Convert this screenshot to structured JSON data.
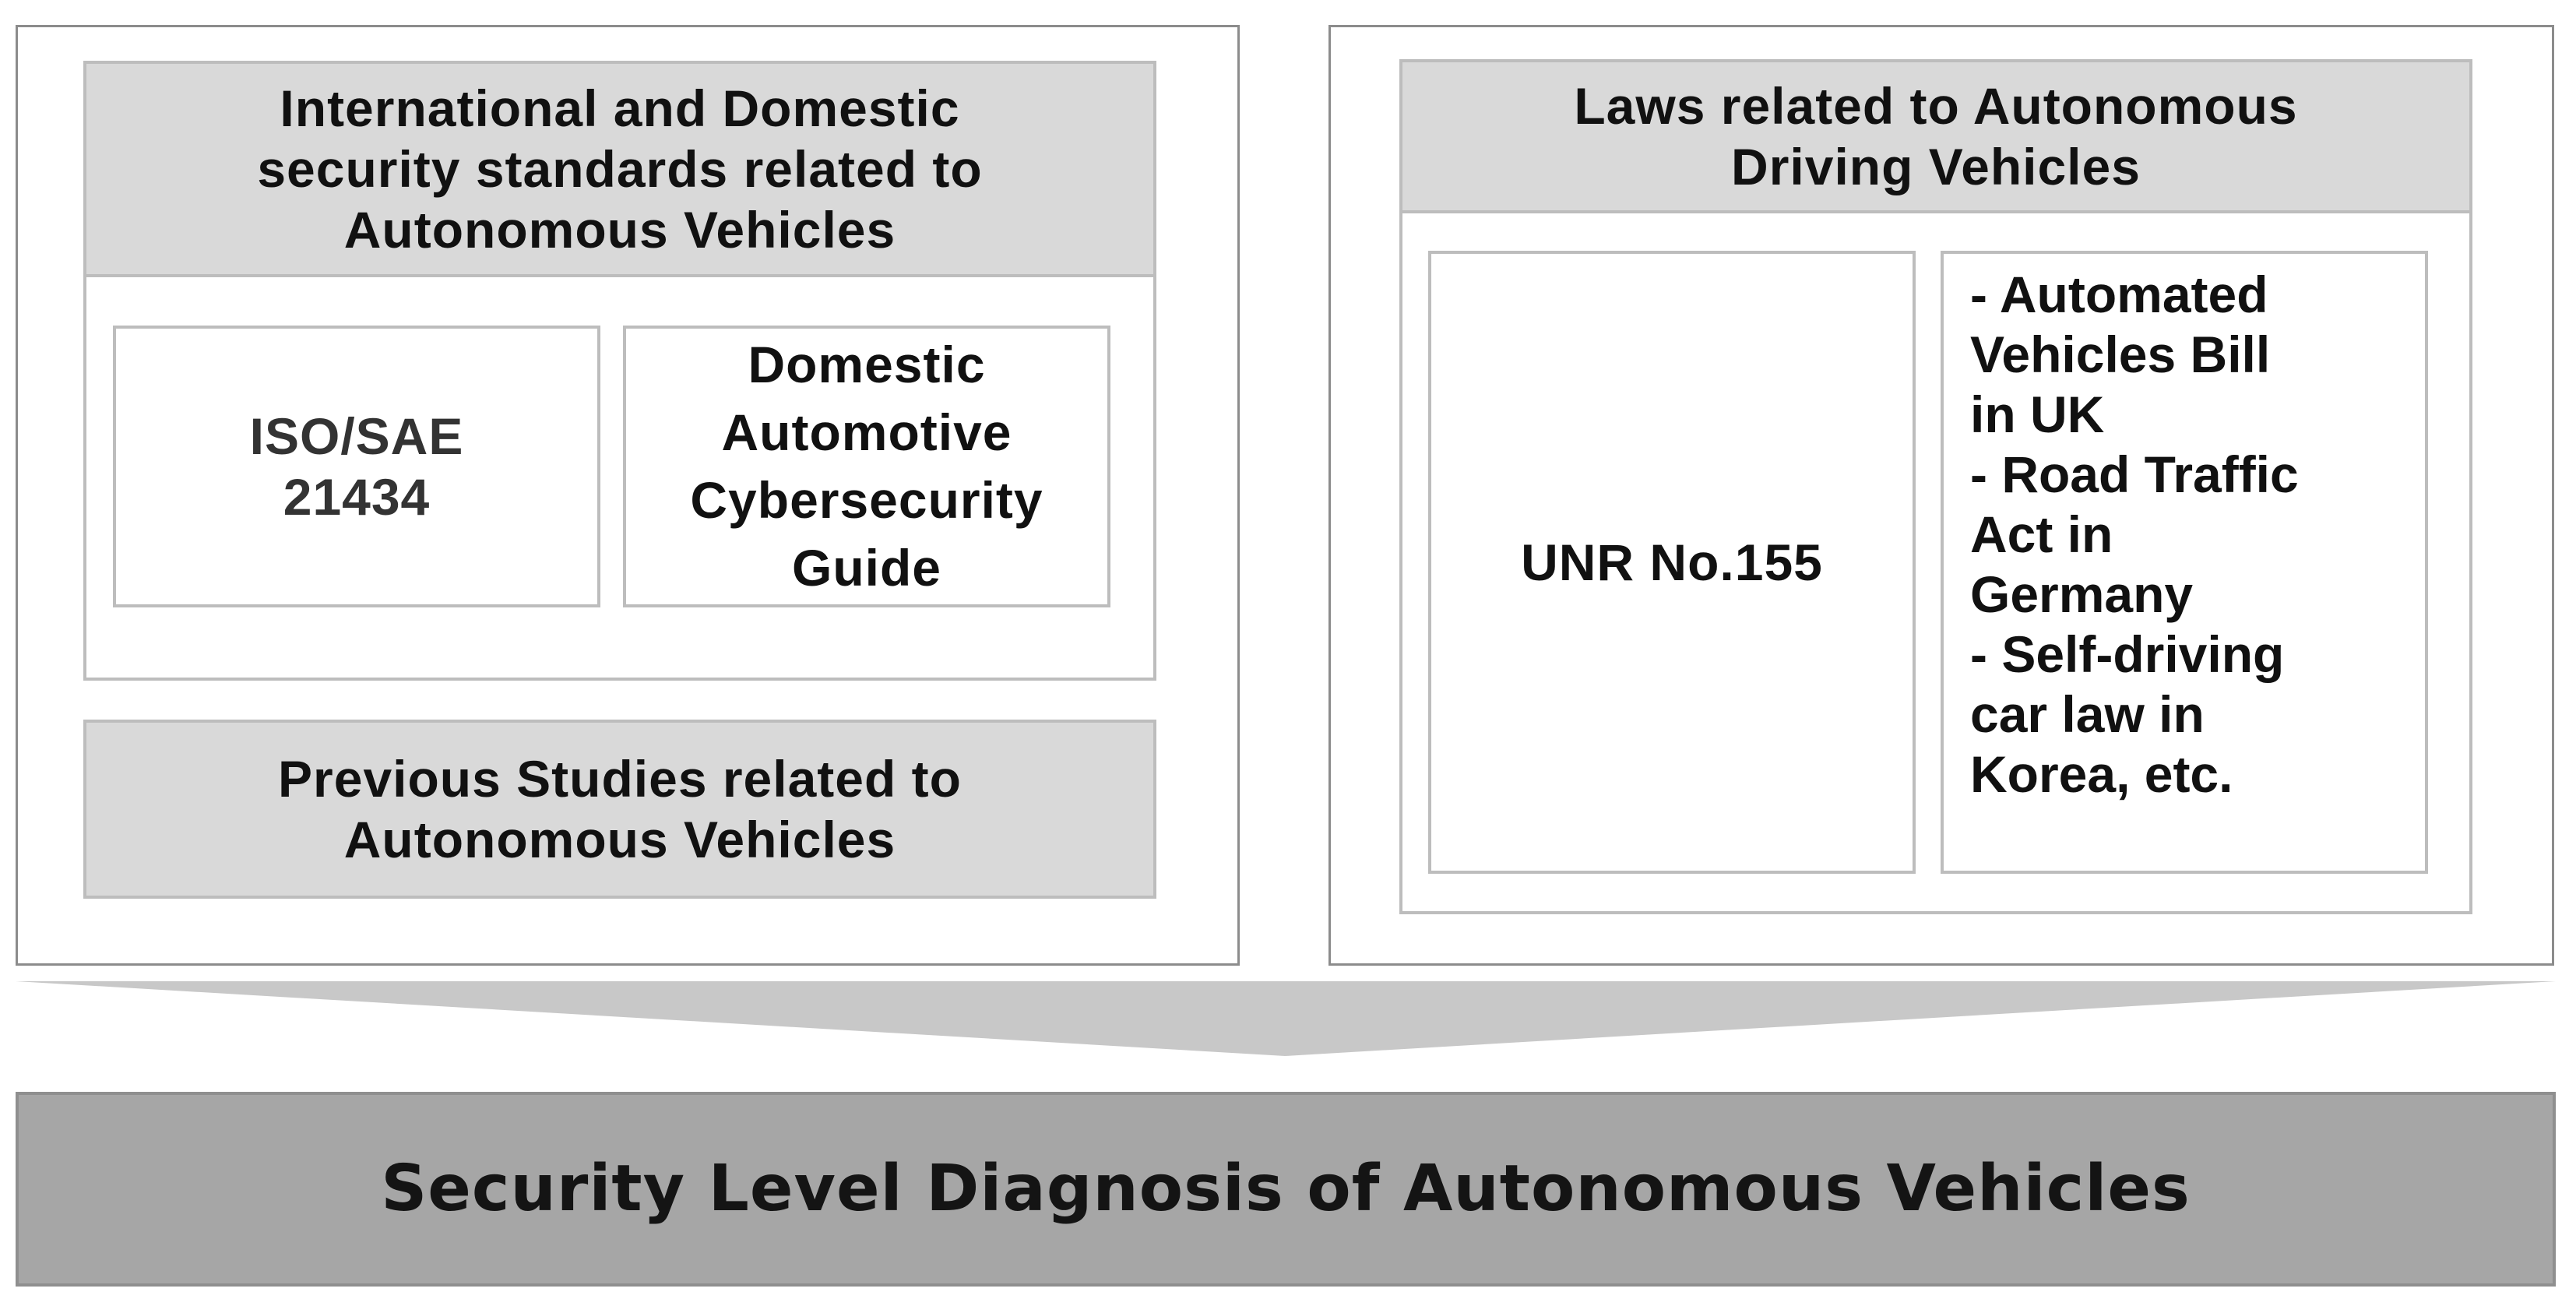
{
  "left_panel": {
    "standards_header": "International and Domestic\nsecurity standards related to\nAutonomous Vehicles",
    "iso_box": "ISO/SAE\n21434",
    "domestic_box": "Domestic\nAutomotive\nCybersecurity\nGuide",
    "studies_box": "Previous Studies related to\nAutonomous Vehicles"
  },
  "right_panel": {
    "laws_header": "Laws related to Autonomous\nDriving Vehicles",
    "unr_box": "UNR No.155",
    "laws_list": [
      "- Automated",
      "Vehicles Bill",
      "in UK",
      "- Road Traffic",
      "Act in",
      "Germany",
      "- Self-driving",
      "car law in",
      "Korea, etc."
    ]
  },
  "result": {
    "title": "Security Level Diagnosis of Autonomous Vehicles"
  },
  "colors": {
    "header_fill": "#d9d9d9",
    "result_fill": "#a6a6a6",
    "arrow_fill": "#c8c8c8"
  }
}
